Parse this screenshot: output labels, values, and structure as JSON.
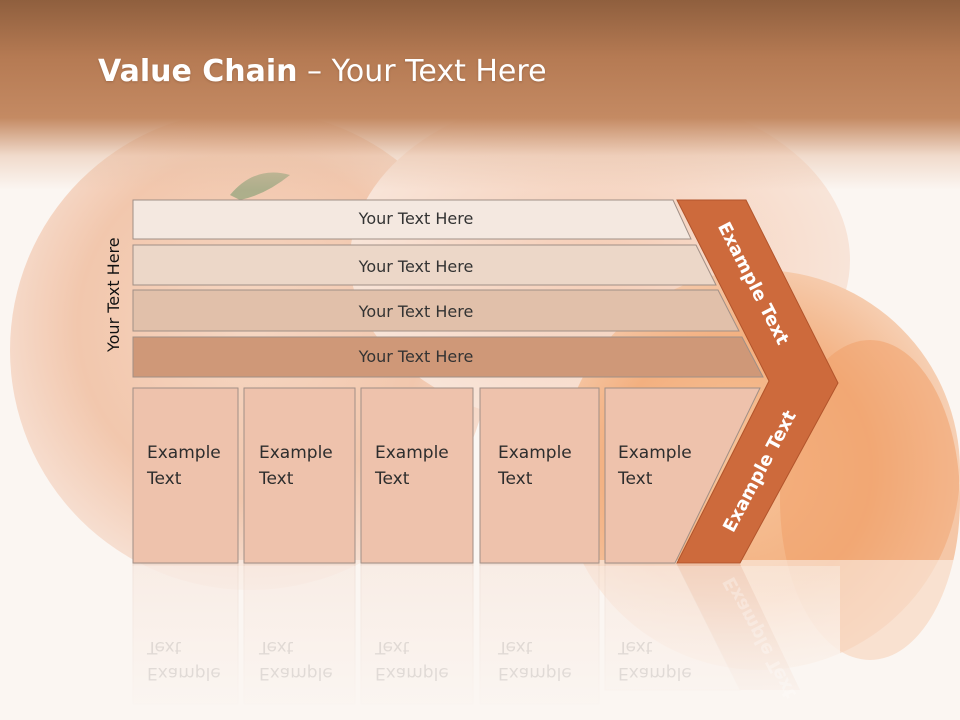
{
  "title": {
    "bold": "Value Chain",
    "rest": " – Your Text Here"
  },
  "side_label": "Your Text Here",
  "rows": [
    {
      "label": "Your Text Here"
    },
    {
      "label": "Your Text Here"
    },
    {
      "label": "Your Text Here"
    },
    {
      "label": "Your Text Here"
    }
  ],
  "columns": [
    {
      "line1": "Example",
      "line2": "Text"
    },
    {
      "line1": "Example",
      "line2": "Text"
    },
    {
      "line1": "Example",
      "line2": "Text"
    },
    {
      "line1": "Example",
      "line2": "Text"
    },
    {
      "line1": "Example",
      "line2": "Text"
    }
  ],
  "chevron": {
    "upper_label": "Example Text",
    "lower_label": "Example Text"
  },
  "colors": {
    "accent": "#cd6a3c",
    "row_fills": [
      "#f4e8e0",
      "#ecd7c8",
      "#e1c0aa",
      "#cf9878"
    ],
    "column_fill": "#eec2ac"
  }
}
